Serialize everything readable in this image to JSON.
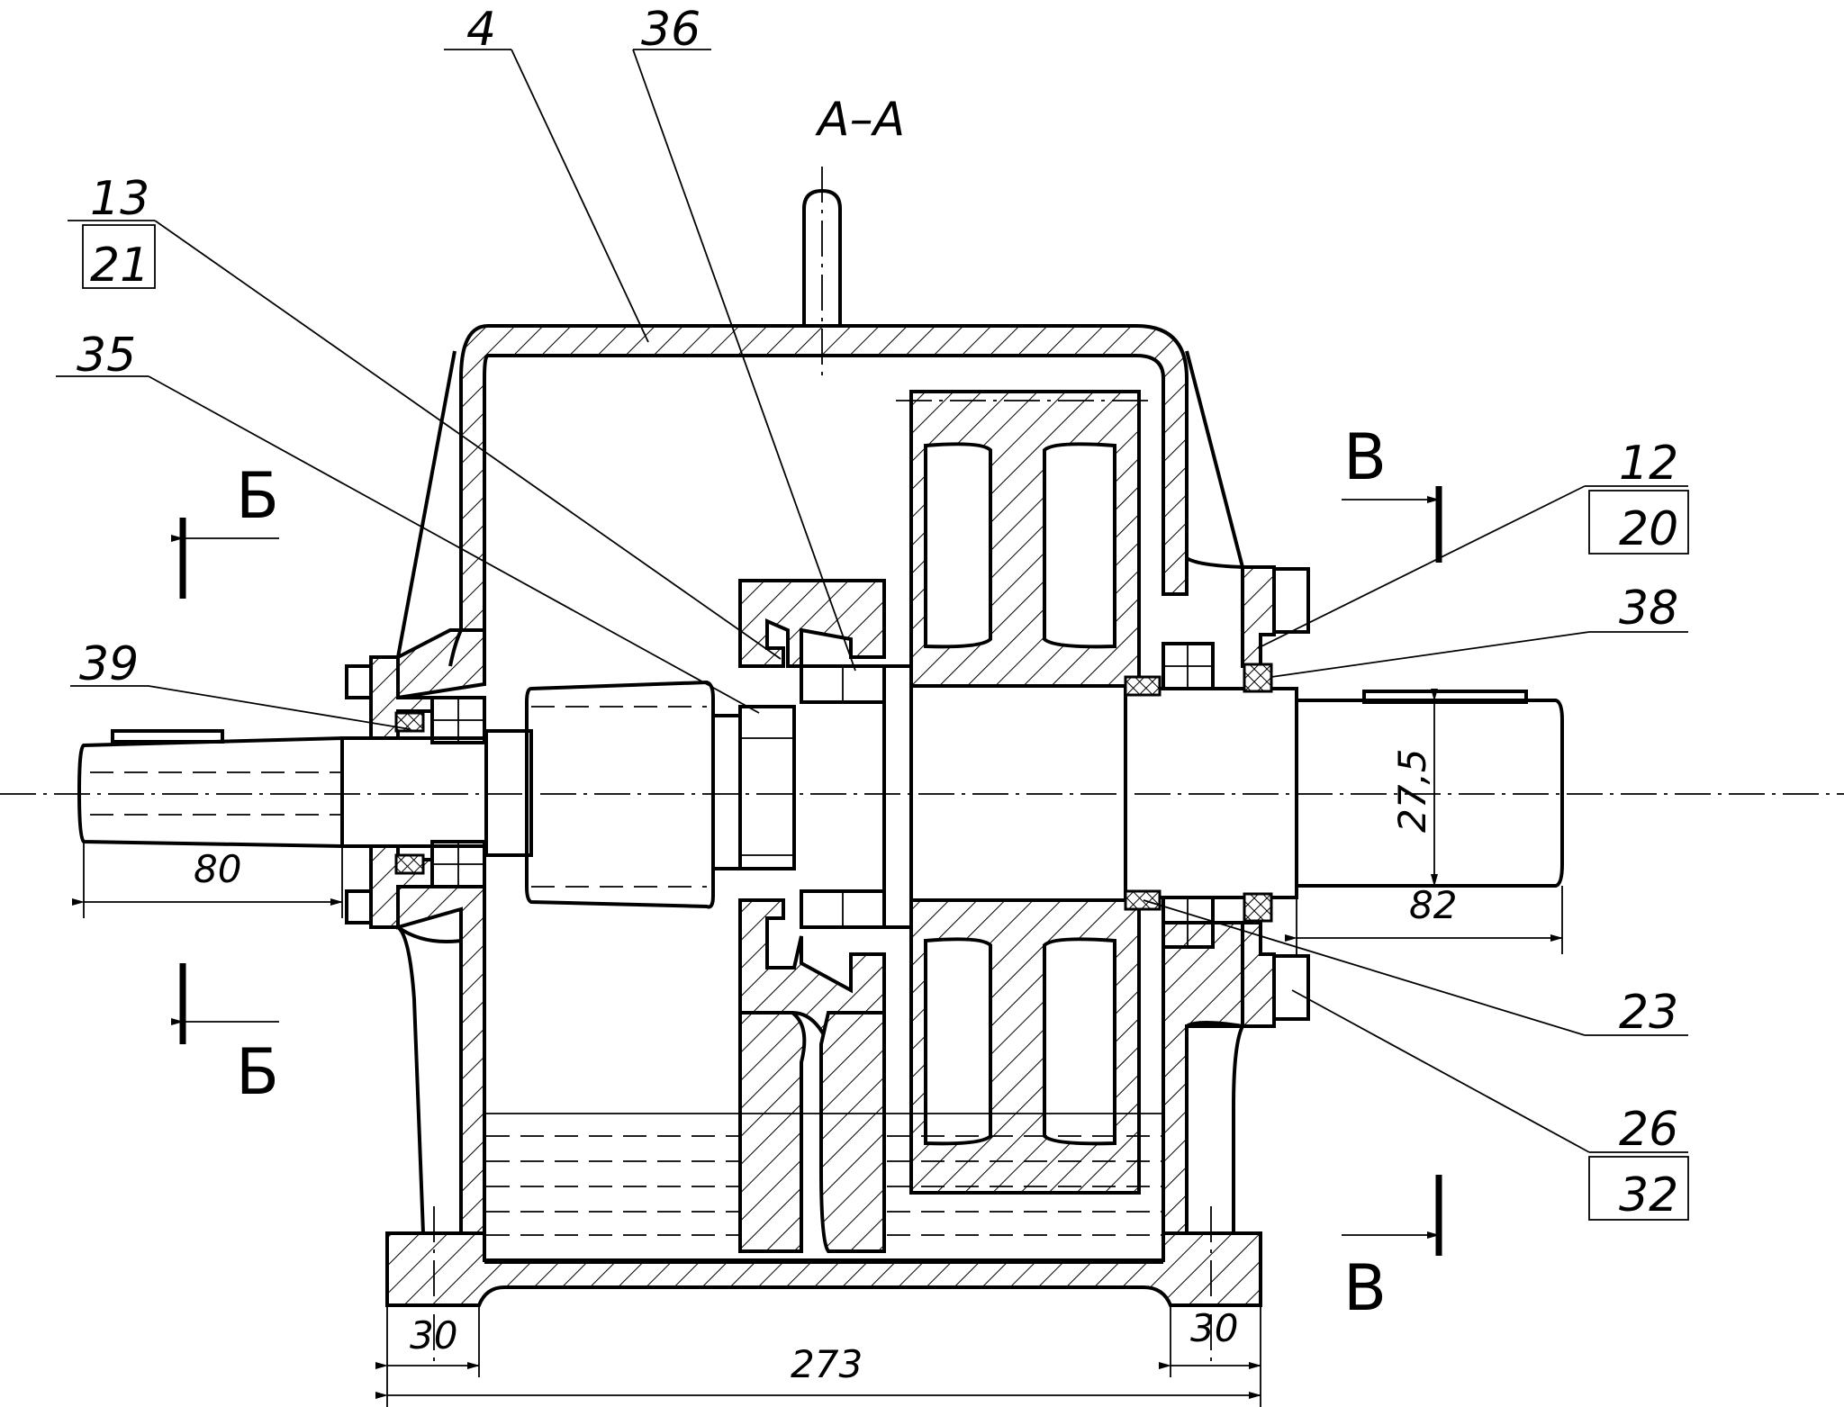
{
  "view_label": "А–А",
  "callouts": {
    "c4": "4",
    "c36": "36",
    "c13": "13",
    "c21": "21",
    "c35": "35",
    "c39": "39",
    "c12": "12",
    "c20": "20",
    "c38": "38",
    "c23": "23",
    "c26": "26",
    "c32": "32"
  },
  "section_marks": {
    "b_top": "Б",
    "b_bottom": "Б",
    "v_top": "В",
    "v_bottom": "В"
  },
  "dimensions": {
    "input_shaft_length": "80",
    "output_shaft_length": "82",
    "shaft_diameter": "27,5",
    "overall_width": "273",
    "left_foot": "30",
    "right_foot": "30"
  }
}
